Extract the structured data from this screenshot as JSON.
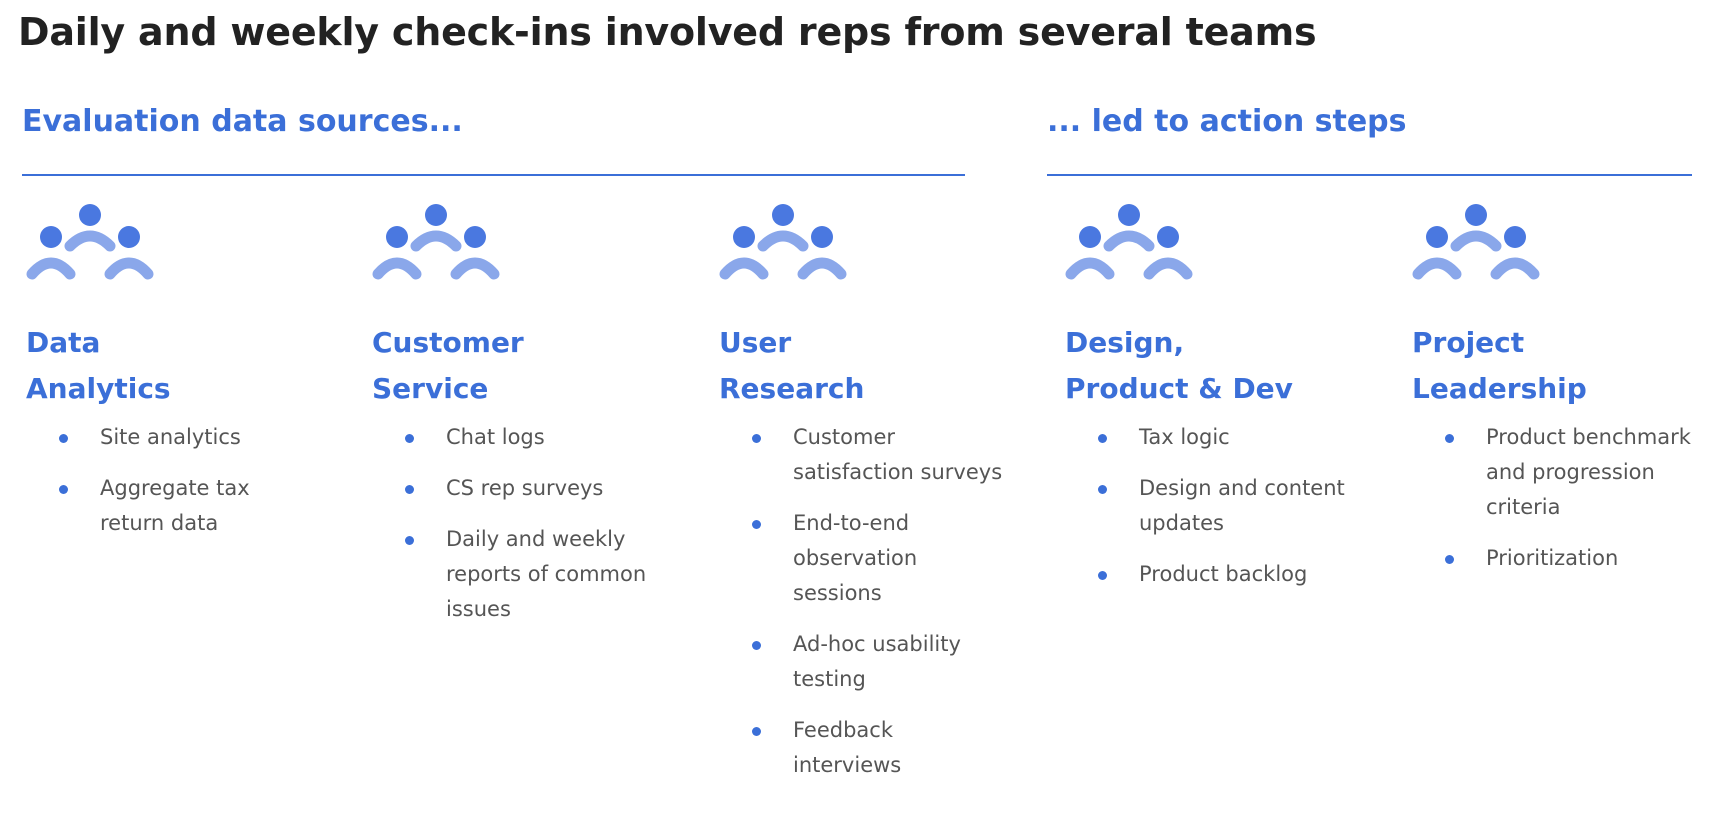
{
  "title": "Daily and weekly check-ins involved reps from several teams",
  "sections": {
    "sources": {
      "heading": "Evaluation data sources..."
    },
    "actions": {
      "heading": "... led to action steps"
    }
  },
  "colors": {
    "accent": "#3b6fd8",
    "icon_head": "#4a78e0",
    "icon_body": "#8aa7ea",
    "title": "#222222",
    "body_text": "#555555"
  },
  "icon": "people-group-icon",
  "teams": [
    {
      "name_lines": [
        "Data",
        "Analytics"
      ],
      "items": [
        [
          "Site analytics"
        ],
        [
          "Aggregate tax",
          "return data"
        ]
      ]
    },
    {
      "name_lines": [
        "Customer",
        "Service"
      ],
      "items": [
        [
          "Chat logs"
        ],
        [
          "CS rep surveys"
        ],
        [
          "Daily and weekly",
          "reports of common",
          "issues"
        ]
      ]
    },
    {
      "name_lines": [
        "User",
        "Research"
      ],
      "items": [
        [
          "Customer",
          "satisfaction surveys"
        ],
        [
          "End-to-end",
          "observation",
          "sessions"
        ],
        [
          "Ad-hoc usability",
          "testing"
        ],
        [
          "Feedback",
          "interviews"
        ]
      ]
    },
    {
      "name_lines": [
        "Design,",
        "Product & Dev"
      ],
      "items": [
        [
          "Tax logic"
        ],
        [
          "Design and content",
          "updates"
        ],
        [
          "Product backlog"
        ]
      ]
    },
    {
      "name_lines": [
        "Project",
        "Leadership"
      ],
      "items": [
        [
          "Product benchmark",
          "and progression",
          "criteria"
        ],
        [
          "Prioritization"
        ]
      ]
    }
  ]
}
